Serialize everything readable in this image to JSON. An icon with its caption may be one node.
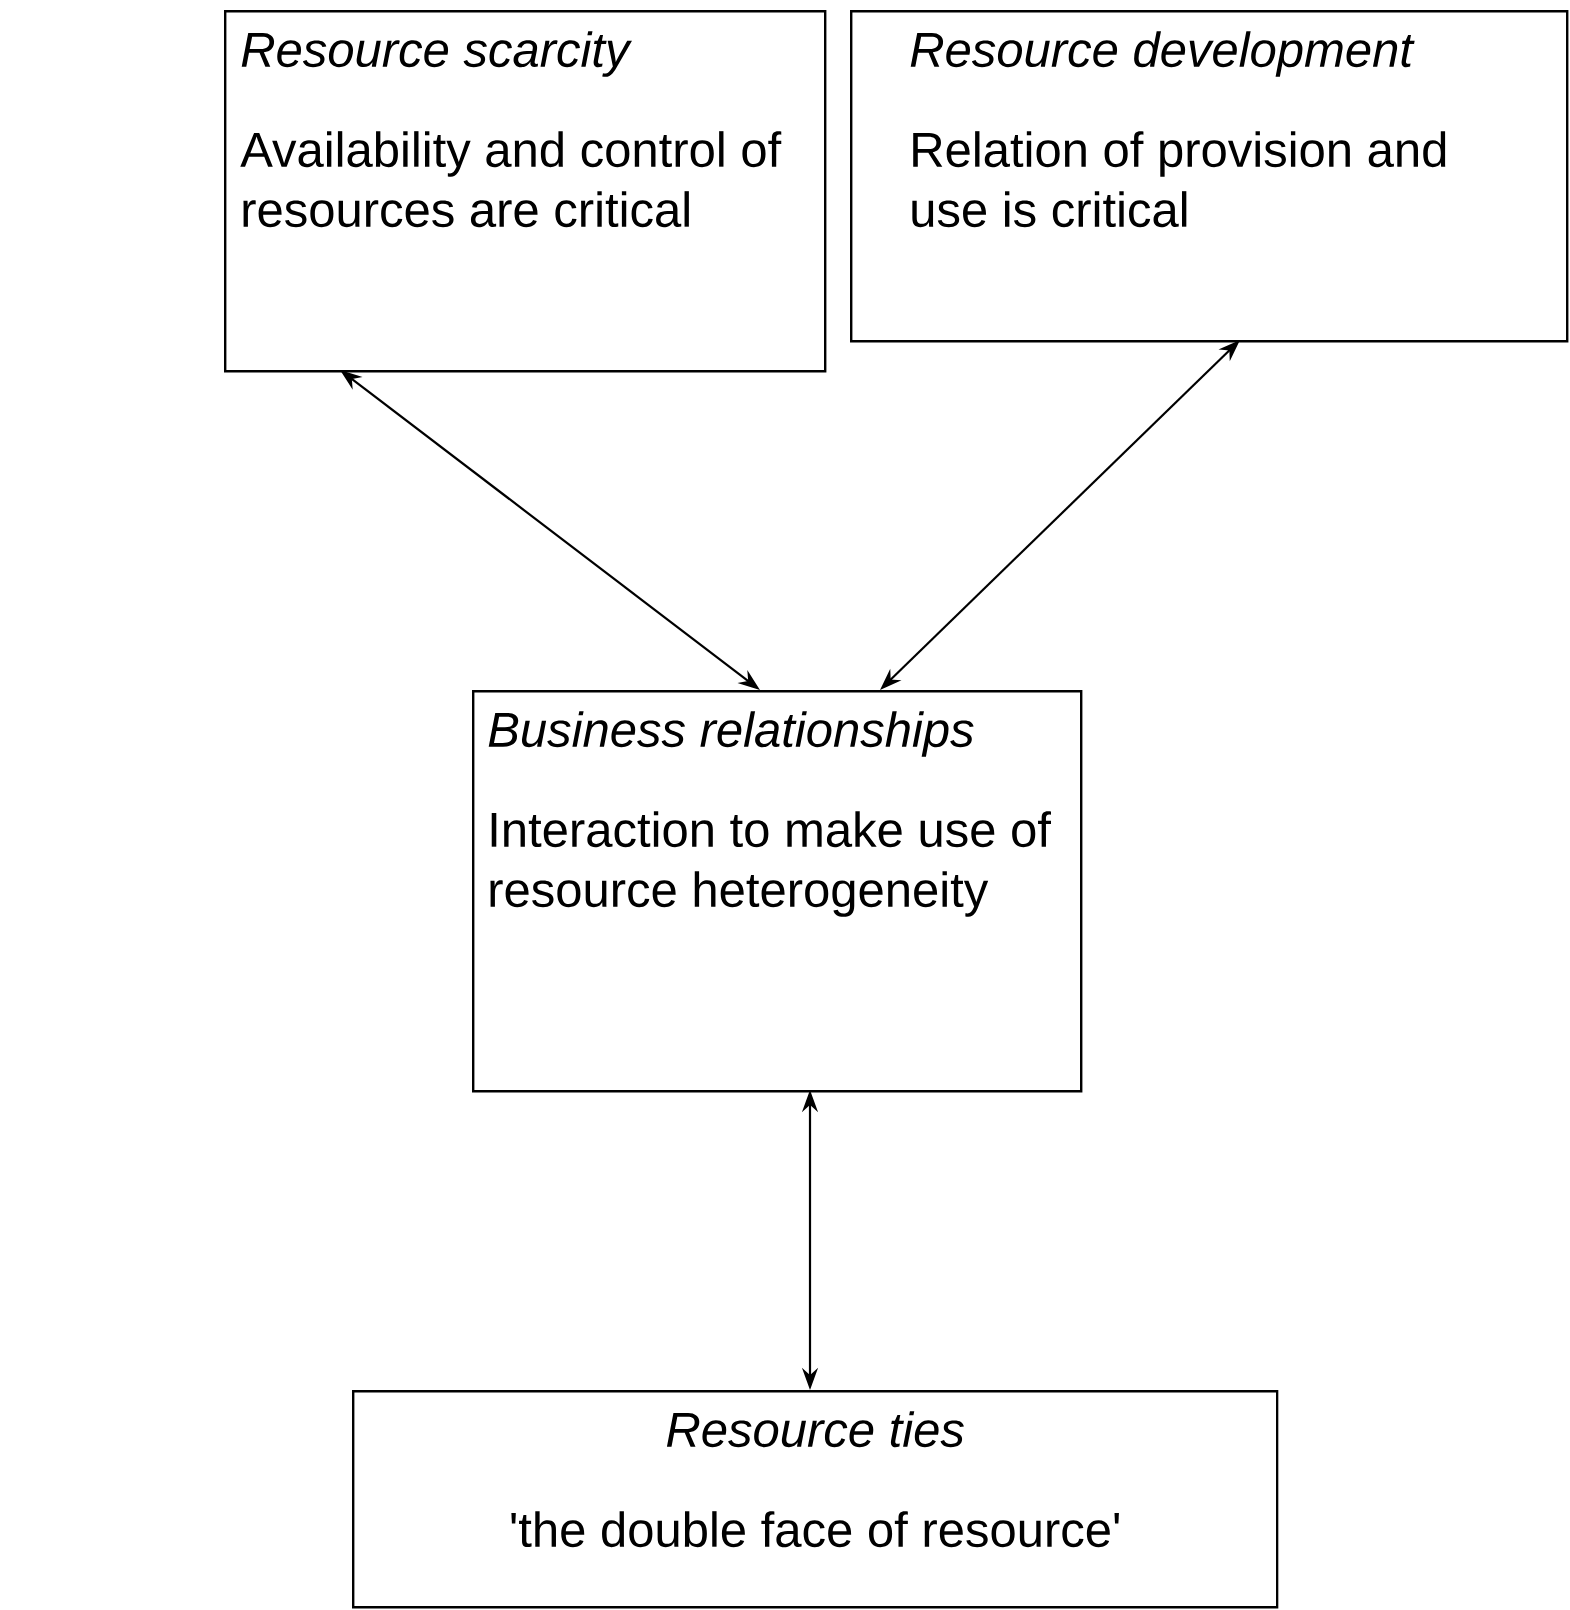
{
  "diagram": {
    "nodes": [
      {
        "text": [
          "Resource scarcity",
          "Availability and control of resources are critical"
        ]
      },
      {
        "text": [
          "Resource development",
          "Relation of provision and use is critical"
        ]
      },
      {
        "text": [
          "Business relationships",
          "Interaction to make use of resource heterogeneity"
        ]
      },
      {
        "text": [
          "Resource ties",
          "'the double face of resource'"
        ]
      }
    ],
    "edges": [
      {
        "from": 0,
        "to": 2,
        "arrow": "both"
      },
      {
        "from": 1,
        "to": 2,
        "arrow": "both"
      },
      {
        "from": 2,
        "to": 3,
        "arrow": "both"
      }
    ]
  }
}
